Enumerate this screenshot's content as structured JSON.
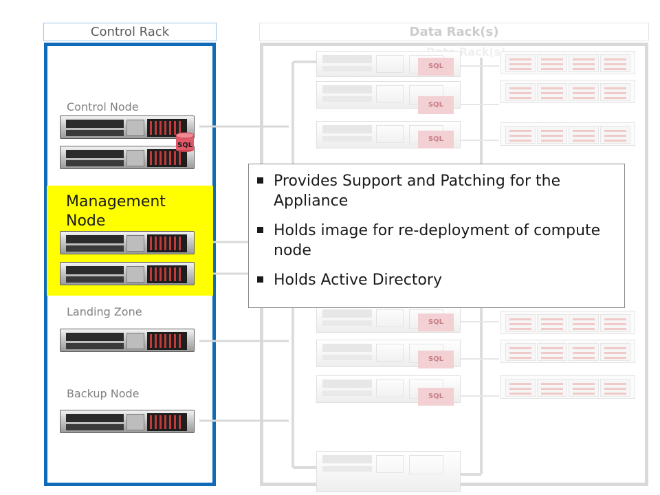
{
  "racks": {
    "control": "Control Rack",
    "data": "Data Rack(s)",
    "data_ghost": "Data Rack(s)"
  },
  "nodes": {
    "control": "Control Node",
    "management": "Management Node",
    "landing": "Landing Zone",
    "backup": "Backup Node"
  },
  "sql_label": "SQL",
  "callout": {
    "bullets": [
      "Provides Support and Patching for the Appliance",
      "Holds image for re-deployment of compute node",
      "Holds Active Directory"
    ]
  },
  "colors": {
    "control_rack_border": "#0f6ab7",
    "highlight": "#ffff00",
    "sql_cylinder": "#e05a6a"
  }
}
